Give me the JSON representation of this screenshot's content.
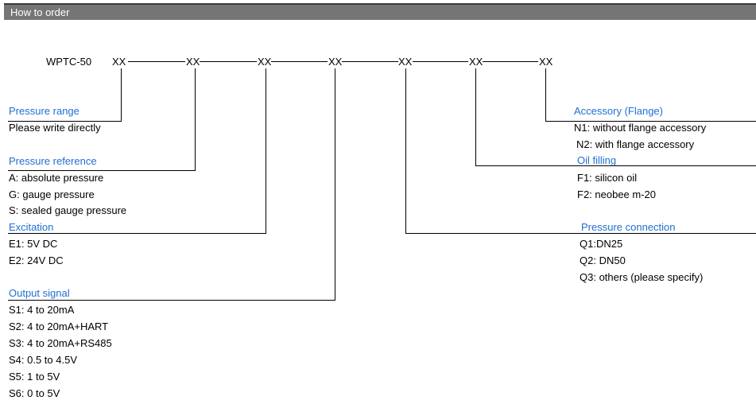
{
  "header": {
    "title": "How to order"
  },
  "code": {
    "model": "WPTC-50",
    "segments": [
      "XX",
      "XX",
      "XX",
      "XX",
      "XX",
      "XX",
      "XX"
    ]
  },
  "left_groups": [
    {
      "title": "Pressure range",
      "items": [
        "Please write directly"
      ]
    },
    {
      "title": "Pressure reference",
      "items": [
        "A: absolute pressure",
        "G: gauge pressure",
        "S: sealed gauge pressure"
      ]
    },
    {
      "title": "Excitation",
      "items": [
        "E1: 5V DC",
        "E2: 24V DC"
      ]
    },
    {
      "title": "Output signal",
      "items": [
        "S1: 4 to 20mA",
        "S2: 4 to 20mA+HART",
        "S3: 4 to 20mA+RS485",
        "S4: 0.5 to 4.5V",
        "S5: 1 to 5V",
        "S6: 0 to 5V"
      ]
    }
  ],
  "right_groups": [
    {
      "title": "Accessory (Flange)",
      "items": [
        "N1: without flange accessory",
        "N2: with flange accessory"
      ]
    },
    {
      "title": "Oil filling",
      "items": [
        "F1: silicon oil",
        "F2: neobee m-20"
      ]
    },
    {
      "title": "Pressure connection",
      "items": [
        "Q1:DN25",
        "Q2: DN50",
        " Q3: others (please specify)"
      ]
    }
  ],
  "colors": {
    "header_bg": "#757575",
    "accent_blue": "#1f6fd1",
    "line": "#000000"
  }
}
